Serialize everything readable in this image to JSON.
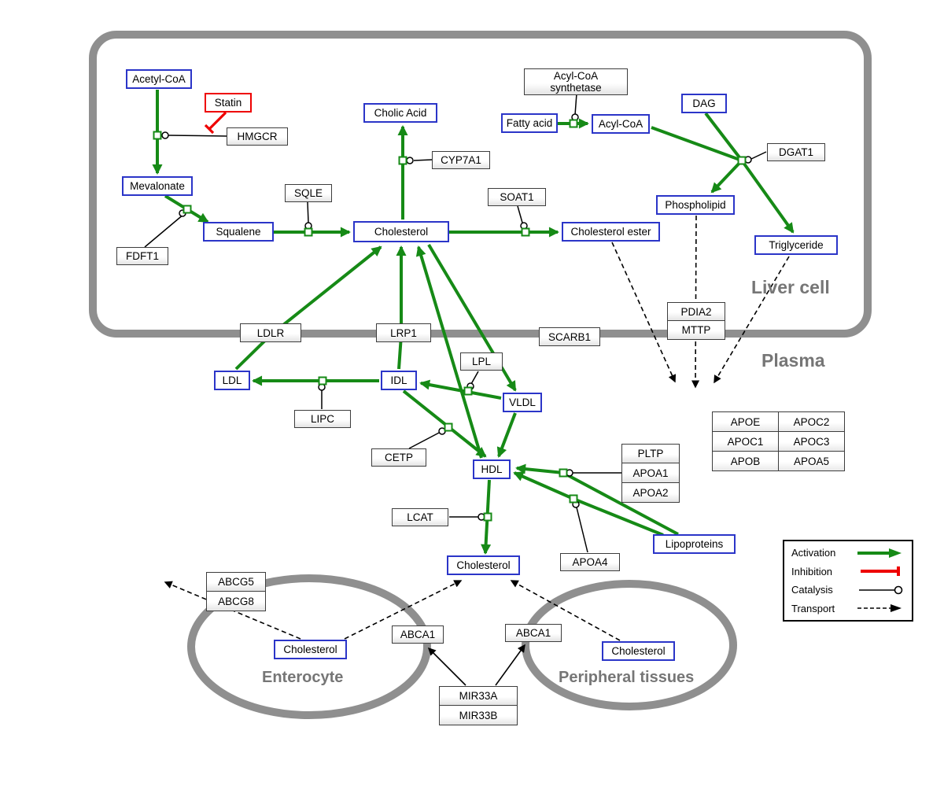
{
  "regions": {
    "liver": "Liver cell",
    "plasma": "Plasma",
    "enterocyte": "Enterocyte",
    "peripheral": "Peripheral tissues"
  },
  "metabolites": {
    "acetyl_coa": "Acetyl-CoA",
    "mevalonate": "Mevalonate",
    "squalene": "Squalene",
    "cholesterol_liver": "Cholesterol",
    "cholic_acid": "Cholic Acid",
    "fatty_acid": "Fatty acid",
    "acyl_coa": "Acyl-CoA",
    "dag": "DAG",
    "phospholipid": "Phospholipid",
    "cholesterol_ester": "Cholesterol ester",
    "triglyceride": "Triglyceride",
    "ldl": "LDL",
    "idl": "IDL",
    "vldl": "VLDL",
    "hdl": "HDL",
    "cholesterol_plasma": "Cholesterol",
    "lipoproteins": "Lipoproteins",
    "cholesterol_enterocyte": "Cholesterol",
    "cholesterol_peripheral": "Cholesterol"
  },
  "drug": {
    "statin": "Statin"
  },
  "genes": {
    "hmgcr": "HMGCR",
    "fdft1": "FDFT1",
    "sqle": "SQLE",
    "cyp7a1": "CYP7A1",
    "soat1": "SOAT1",
    "acs_line1": "Acyl-CoA",
    "acs_line2": "synthetase",
    "dgat1": "DGAT1",
    "ldlr": "LDLR",
    "lrp1": "LRP1",
    "scarb1": "SCARB1",
    "pdia2": "PDIA2",
    "mttp": "MTTP",
    "lipc": "LIPC",
    "lpl": "LPL",
    "cetp": "CETP",
    "lcat": "LCAT",
    "pltp": "PLTP",
    "apoa1": "APOA1",
    "apoa2": "APOA2",
    "apoa4": "APOA4",
    "abcg5": "ABCG5",
    "abcg8": "ABCG8",
    "abca1_left": "ABCA1",
    "abca1_right": "ABCA1",
    "mir33a": "MIR33A",
    "mir33b": "MIR33B"
  },
  "apo_table": {
    "rows": [
      [
        "APOE",
        "APOC2"
      ],
      [
        "APOC1",
        "APOC3"
      ],
      [
        "APOB",
        "APOA5"
      ]
    ]
  },
  "legend": {
    "activation": "Activation",
    "inhibition": "Inhibition",
    "catalysis": "Catalysis",
    "transport": "Transport"
  },
  "colors": {
    "activation": "#168a16",
    "inhibition": "#ee0000",
    "metabolite_border": "#2b35c8",
    "membrane": "#8f8f8f"
  }
}
